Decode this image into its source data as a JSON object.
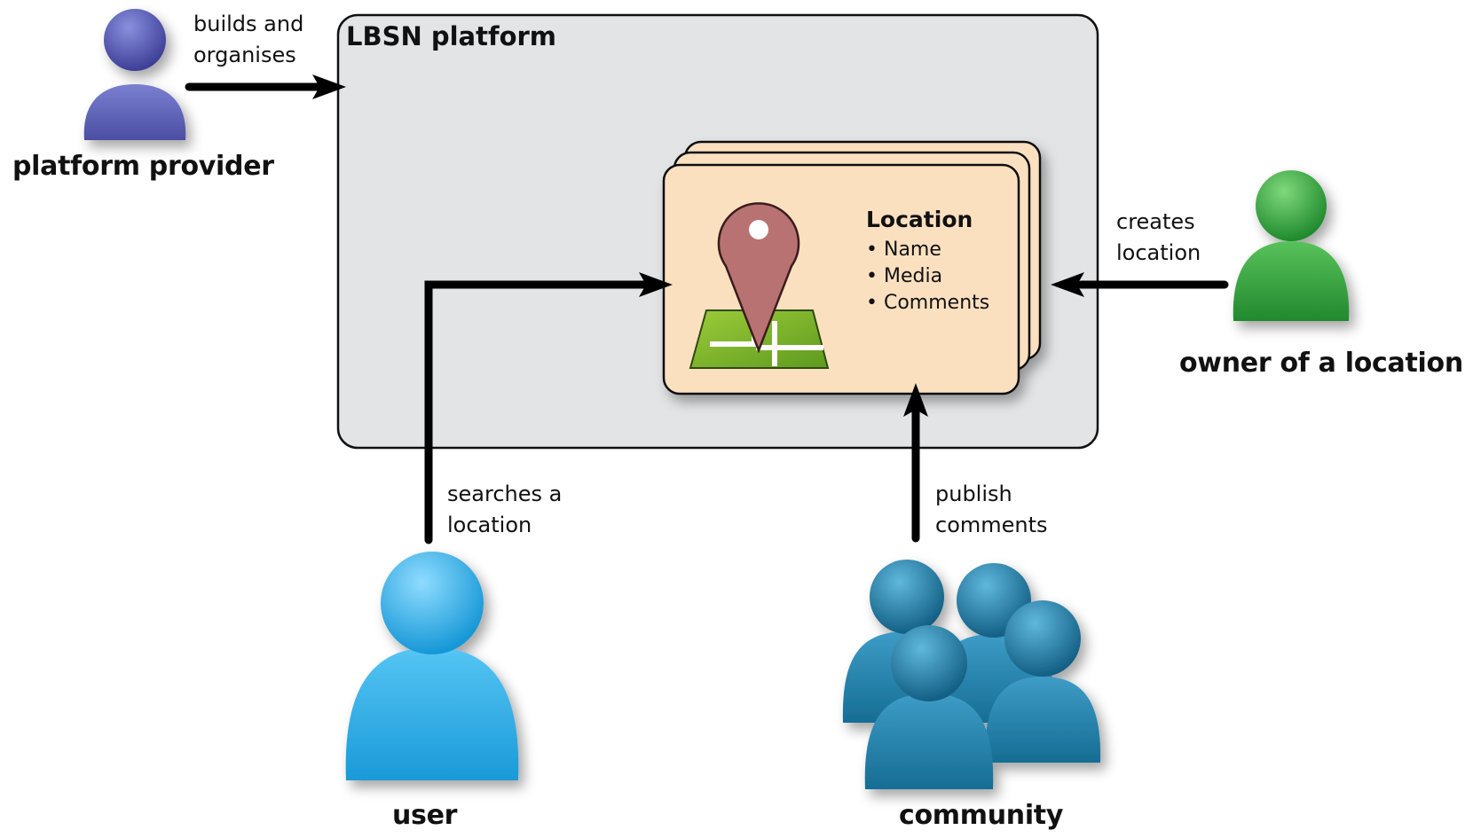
{
  "platform": {
    "title": "LBSN platform"
  },
  "location_card": {
    "title": "Location",
    "items": [
      "Name",
      "Media",
      "Comments"
    ]
  },
  "actors": {
    "platform_provider": {
      "label": "platform provider",
      "icon": "person-icon",
      "color": "#5a5fb0"
    },
    "owner": {
      "label": "owner of a location",
      "icon": "person-icon",
      "color": "#2f9a3e"
    },
    "user": {
      "label": "user",
      "icon": "person-icon",
      "color": "#27a9e1"
    },
    "community": {
      "label": "community",
      "icon": "group-icon",
      "color": "#1e7fa6"
    }
  },
  "edges": {
    "provider": [
      "builds and",
      "organises"
    ],
    "owner": [
      "creates",
      "location"
    ],
    "user": [
      "searches a",
      "location"
    ],
    "community": [
      "publish",
      "comments"
    ]
  },
  "colors": {
    "platform_fill": "#e3e4e6",
    "card_fill": "#fbe0c0",
    "pin": "#b97272",
    "map": "#7cb52e",
    "arrow": "#000000"
  }
}
